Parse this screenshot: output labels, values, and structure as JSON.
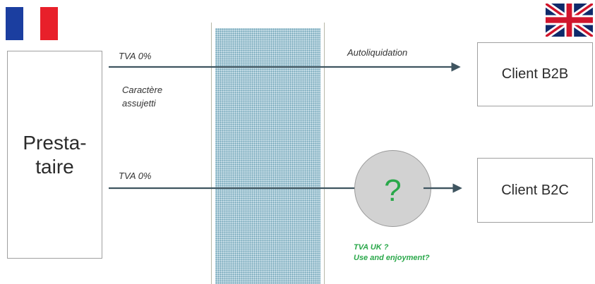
{
  "colors": {
    "arrow": "#3f5560",
    "box_border": "#a0a0a0",
    "band_fill": "#c6dde6",
    "band_dots": "#6fa2b6",
    "circle_fill": "#d2d2d2",
    "question_green": "#2aa84a",
    "flag_fr_blue": "#1b3ea0",
    "flag_fr_white": "#ffffff",
    "flag_fr_red": "#e8202a",
    "flag_uk_blue": "#0f2a6b",
    "flag_uk_red": "#d0152c"
  },
  "flags": {
    "left": "flag-france-icon",
    "right": "flag-uk-icon"
  },
  "boxes": {
    "prestataire_line1": "Presta-",
    "prestataire_line2": "taire",
    "b2b": "Client B2B",
    "b2c": "Client B2C"
  },
  "top_arrow": {
    "label_left": "TVA 0%",
    "label_right": "Autoliquidation",
    "note_line1": "Caractère",
    "note_line2": "assujetti"
  },
  "bottom_arrow": {
    "label_left": "TVA 0%",
    "circle_symbol": "?",
    "note_line1": "TVA UK ?",
    "note_line2": "Use and enjoyment?"
  }
}
